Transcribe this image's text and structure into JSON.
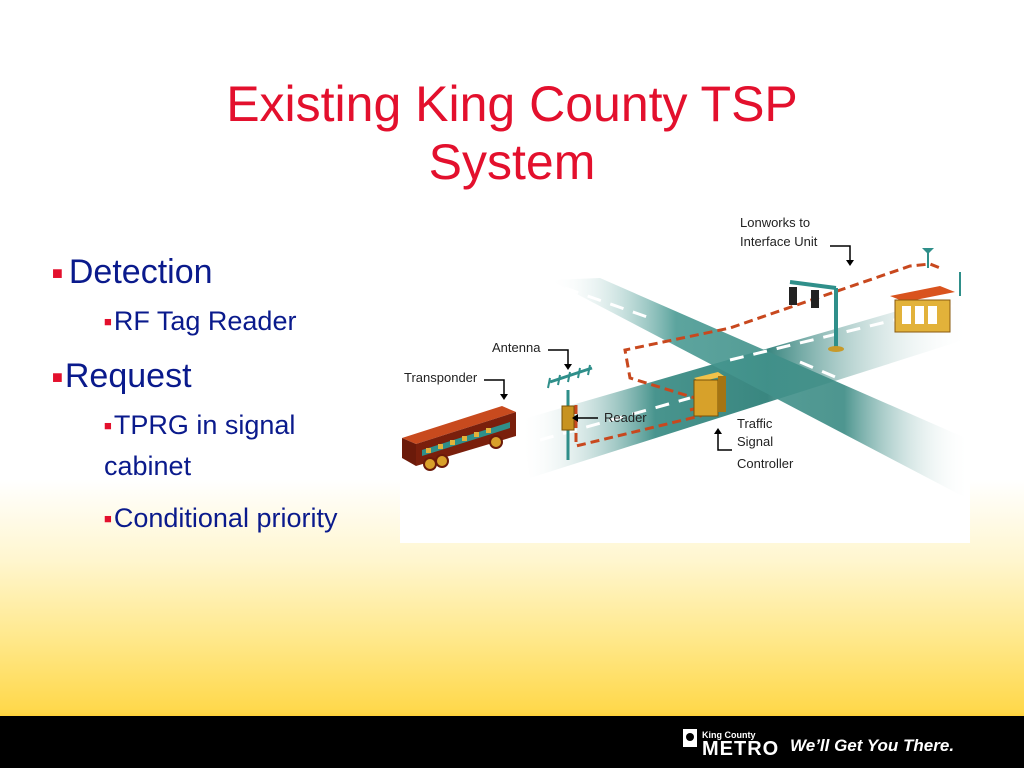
{
  "title": {
    "line1": "Existing King County TSP",
    "line2": "System"
  },
  "bullets": [
    {
      "text": "Detection",
      "sub": [
        "RF Tag Reader"
      ]
    },
    {
      "text": "Request",
      "sub": [
        "TPRG in signal cabinet",
        "Conditional priority"
      ]
    }
  ],
  "diagram": {
    "labels": {
      "lonworks_line1": "Lonworks to",
      "lonworks_line2": "Interface Unit",
      "antenna": "Antenna",
      "transponder": "Transponder",
      "reader": "Reader",
      "controller_line1": "Traffic",
      "controller_line2": "Signal",
      "controller_line3": "Controller"
    }
  },
  "footer": {
    "logo_county": "King County",
    "logo_metro": "METRO",
    "slogan": "We’ll Get You There."
  },
  "colors": {
    "title": "#e3102d",
    "bullet_text": "#0a1a8c",
    "bullet_marker": "#e3102d",
    "road": "#3f8f88",
    "wire": "#c8481e"
  }
}
